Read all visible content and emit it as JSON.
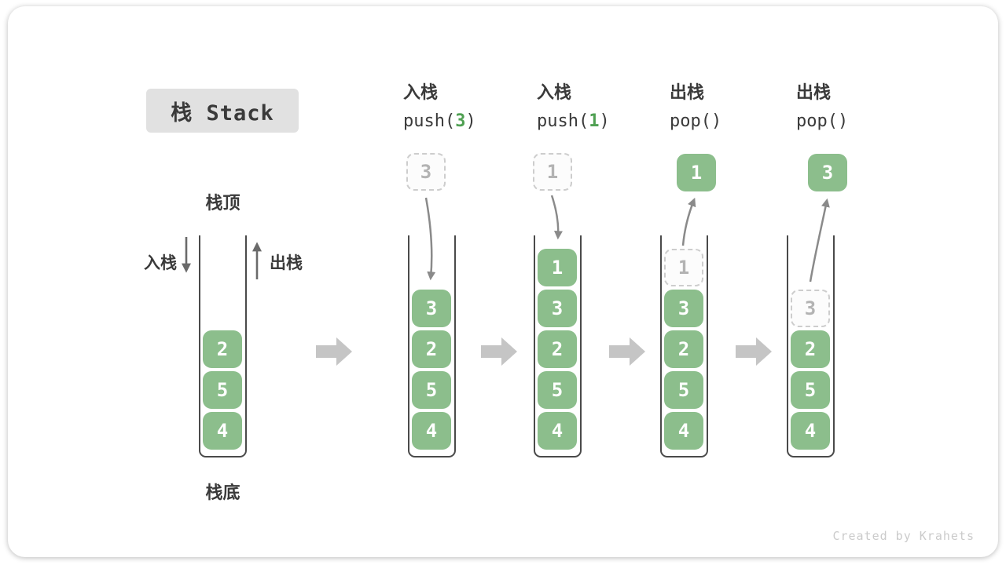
{
  "page": {
    "title": "栈 Stack",
    "watermark": "Created by Krahets"
  },
  "side_labels": {
    "stack_top": "栈顶",
    "stack_bottom": "栈底",
    "push": "入栈",
    "pop": "出栈"
  },
  "colors": {
    "block_green": "#8cbe8c",
    "code_arg_green": "#4fa052",
    "step_arrow_gray": "#c5c5c5",
    "flow_arrow_gray": "#8a8a8a",
    "side_arrow_gray": "#6a6a6a",
    "title_bg": "#e1e1e1",
    "text_dark": "#3a3a3a",
    "ghost_border": "#cdcdcd",
    "ghost_text": "#b3b3b3"
  },
  "steps": [
    {
      "name": "initial",
      "blocks": [
        "2",
        "5",
        "4"
      ]
    },
    {
      "name": "push-3",
      "op_label": "入栈",
      "code_pre": "push(",
      "code_arg": "3",
      "code_post": ")",
      "floating_value": "3",
      "floating_style": "dashed",
      "blocks": [
        "3",
        "2",
        "5",
        "4"
      ]
    },
    {
      "name": "push-1",
      "op_label": "入栈",
      "code_pre": "push(",
      "code_arg": "1",
      "code_post": ")",
      "floating_value": "1",
      "floating_style": "dashed",
      "blocks": [
        "1",
        "3",
        "2",
        "5",
        "4"
      ]
    },
    {
      "name": "pop-1",
      "op_label": "出栈",
      "code_pre": "pop()",
      "code_arg": "",
      "code_post": "",
      "floating_value": "1",
      "floating_style": "solid",
      "ghost_value": "1",
      "blocks": [
        "3",
        "2",
        "5",
        "4"
      ]
    },
    {
      "name": "pop-3",
      "op_label": "出栈",
      "code_pre": "pop()",
      "code_arg": "",
      "code_post": "",
      "floating_value": "3",
      "floating_style": "solid",
      "ghost_value": "3",
      "blocks": [
        "2",
        "5",
        "4"
      ]
    }
  ]
}
